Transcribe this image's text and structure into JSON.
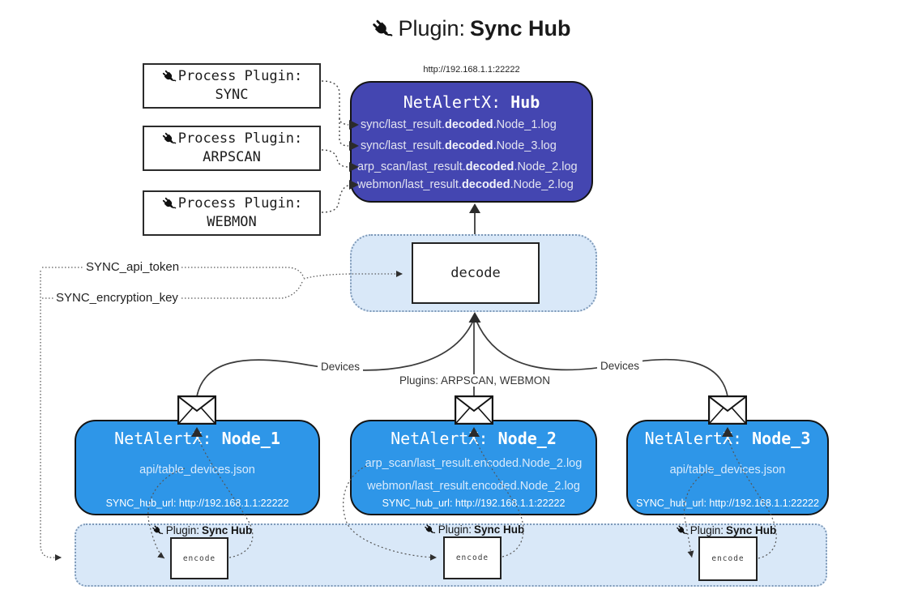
{
  "title": {
    "prefix": "Plugin:",
    "name": "Sync Hub"
  },
  "process_plugins": [
    {
      "label": "Process Plugin:",
      "name": "SYNC"
    },
    {
      "label": "Process Plugin:",
      "name": "ARPSCAN"
    },
    {
      "label": "Process Plugin:",
      "name": "WEBMON"
    }
  ],
  "hub": {
    "url": "http://192.168.1.1:22222",
    "title_prefix": "NetAlertX:",
    "title_name": "Hub",
    "logs": [
      {
        "pre": "sync/last_result.",
        "bold": "decoded",
        "post": ".Node_1.log"
      },
      {
        "pre": "sync/last_result.",
        "bold": "decoded",
        "post": ".Node_3.log"
      },
      {
        "pre": "arp_scan/last_result.",
        "bold": "decoded",
        "post": ".Node_2.log"
      },
      {
        "pre": "webmon/last_result.",
        "bold": "decoded",
        "post": ".Node_2.log"
      }
    ]
  },
  "decode": {
    "label": "decode"
  },
  "config": {
    "api_token": "SYNC_api_token",
    "encryption_key": "SYNC_encryption_key"
  },
  "edges": {
    "devices_left": "Devices",
    "plugins_center": "Plugins: ARPSCAN, WEBMON",
    "devices_right": "Devices"
  },
  "nodes": [
    {
      "title_prefix": "NetAlertX:",
      "title_name": "Node_1",
      "files": [
        "api/table_devices.json"
      ],
      "hub_url": "SYNC_hub_url: http://192.168.1.1:22222"
    },
    {
      "title_prefix": "NetAlertX:",
      "title_name": "Node_2",
      "files": [
        "arp_scan/last_result.encoded.Node_2.log",
        "webmon/last_result.encoded.Node_2.log"
      ],
      "hub_url": "SYNC_hub_url: http://192.168.1.1:22222"
    },
    {
      "title_prefix": "NetAlertX:",
      "title_name": "Node_3",
      "files": [
        "api/table_devices.json"
      ],
      "hub_url": "SYNC_hub_url: http://192.168.1.1:22222"
    }
  ],
  "encode_section": {
    "plugin_prefix": "Plugin:",
    "plugin_name": "Sync Hub",
    "encode_label": "encode"
  },
  "colors": {
    "hub_bg": "#4446B1",
    "node_bg": "#2E96E8",
    "panel_bg": "#D9E8F8",
    "panel_border": "#7E99B8",
    "line": "#3B3B3B"
  }
}
